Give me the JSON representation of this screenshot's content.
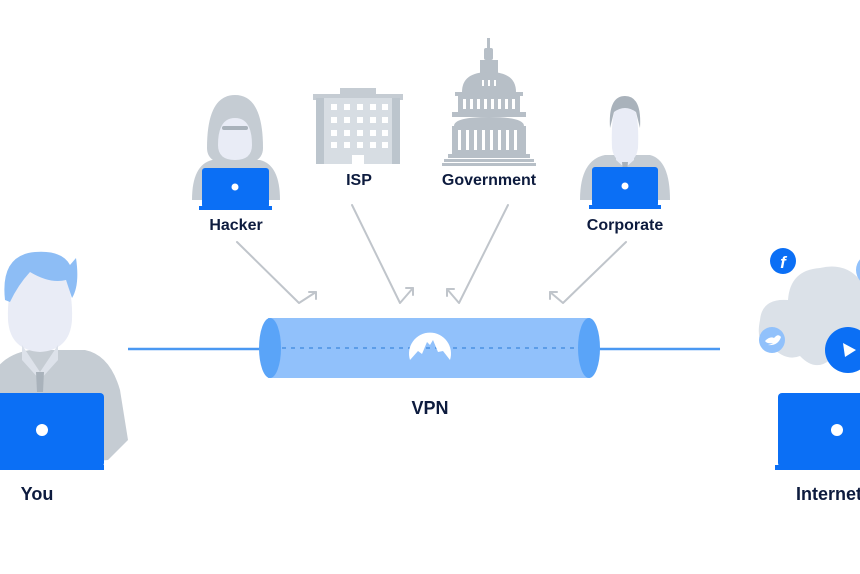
{
  "title": "VPN diagram",
  "colors": {
    "accent_blue": "#0b6ff5",
    "tunnel_light": "#91c1fb",
    "tunnel_end": "#5aa4f8",
    "line_blue": "#4a98f2",
    "grey_figure": "#c5ccd3",
    "grey_dark": "#a9b2bb",
    "face": "#e9ecf6",
    "arrow_grey": "#c0c5cb",
    "label_text": "#0d1b3e",
    "hair_blue": "#8dbdf5",
    "cloud": "#dbe1e8"
  },
  "nodes": {
    "you": {
      "label": "You",
      "icon": "user-with-laptop-icon"
    },
    "internet": {
      "label": "Internet",
      "icon": "cloud-with-laptop-icon",
      "social_icons": [
        "facebook-icon",
        "twitter-icon",
        "play-icon",
        "circle-icon"
      ]
    },
    "vpn": {
      "label": "VPN",
      "icon": "mountain-logo-icon"
    }
  },
  "observers": [
    {
      "label": "Hacker",
      "icon": "hooded-hacker-laptop-icon"
    },
    {
      "label": "ISP",
      "icon": "office-building-icon"
    },
    {
      "label": "Government",
      "icon": "capitol-dome-icon"
    },
    {
      "label": "Corporate",
      "icon": "businessman-laptop-icon"
    }
  ]
}
